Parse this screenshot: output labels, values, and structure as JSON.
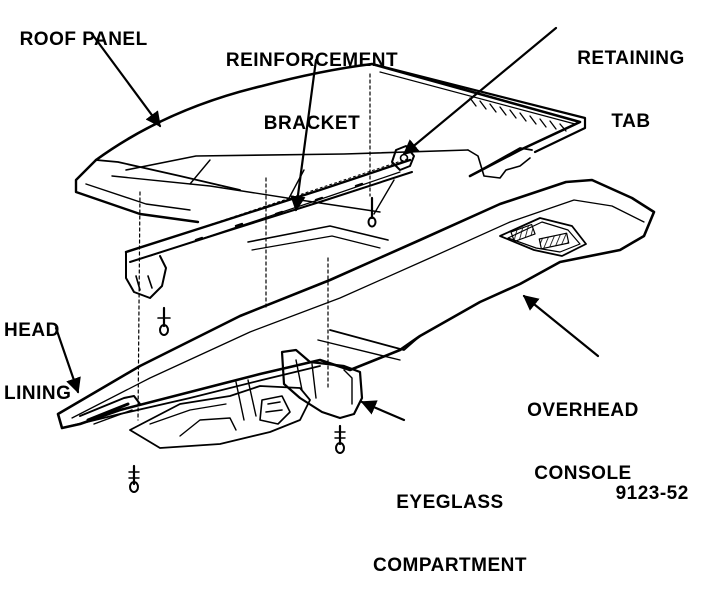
{
  "labels": {
    "roof_panel": "ROOF PANEL",
    "reinforcement_bracket_line1": "REINFORCEMENT",
    "reinforcement_bracket_line2": "BRACKET",
    "retaining_tab_line1": "RETAINING",
    "retaining_tab_line2": "TAB",
    "head_lining_line1": "HEAD",
    "head_lining_line2": "LINING",
    "overhead_console_line1": "OVERHEAD",
    "overhead_console_line2": "CONSOLE",
    "eyeglass_compartment_line1": "EYEGLASS",
    "eyeglass_compartment_line2": "COMPARTMENT",
    "figure_number": "9123-52"
  },
  "colors": {
    "ink": "#000000",
    "paper": "#ffffff"
  }
}
